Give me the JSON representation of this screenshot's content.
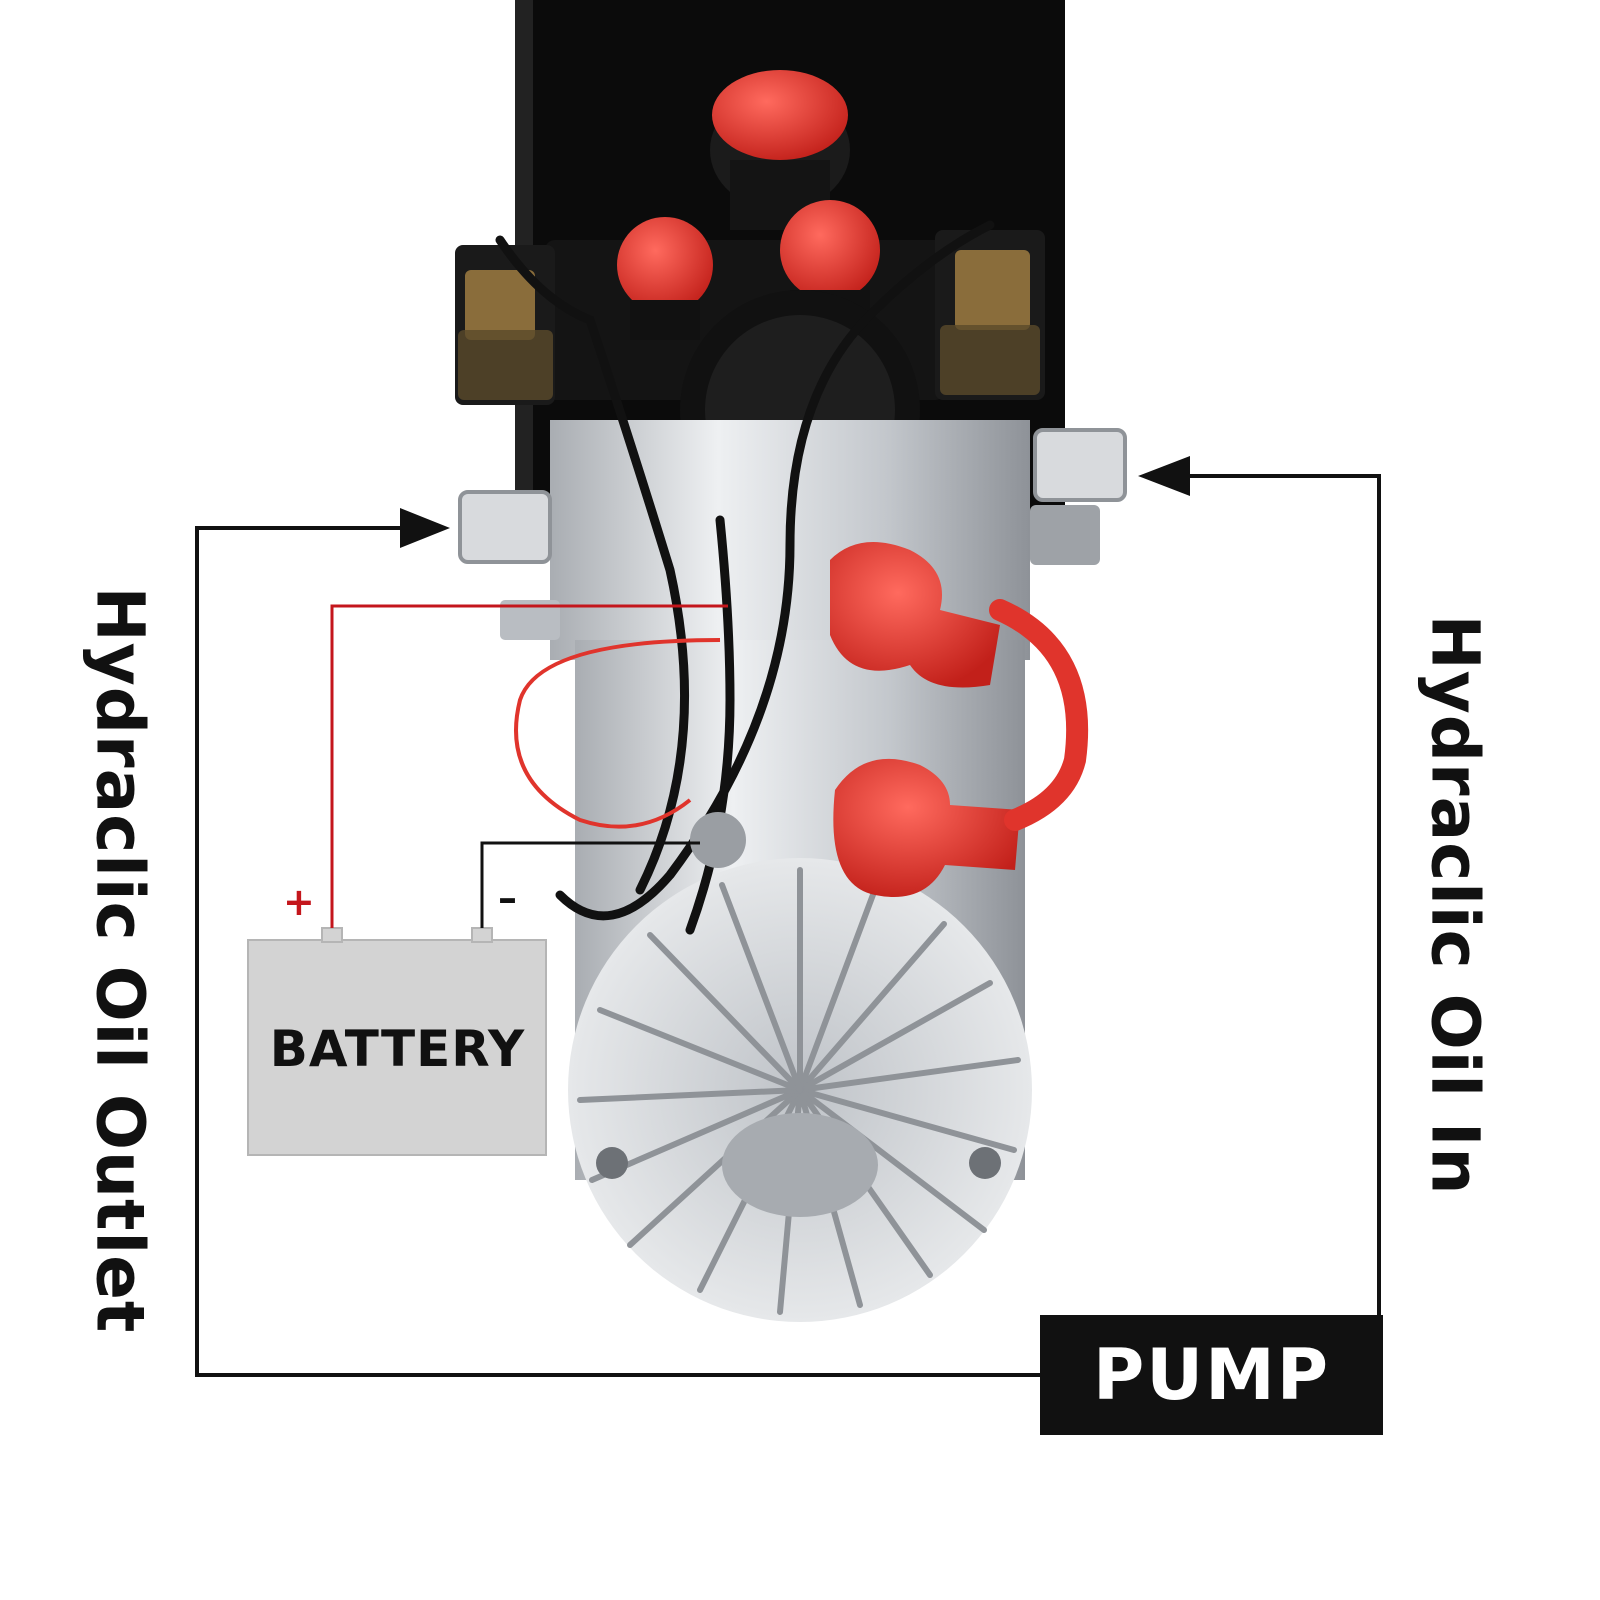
{
  "labels": {
    "outlet": "Hydraclic Oil Outlet",
    "inlet": "Hydraclic Oil In",
    "battery": "BATTERY",
    "pump": "PUMP",
    "plus": "+",
    "minus": "–"
  },
  "colors": {
    "positive_wire": "#c4161c",
    "line": "#111111",
    "tank": "#0b0b0b",
    "cap_red": "#e0342c",
    "motor_silver": "#cfd2d6",
    "battery_fill": "#d3d3d3"
  }
}
